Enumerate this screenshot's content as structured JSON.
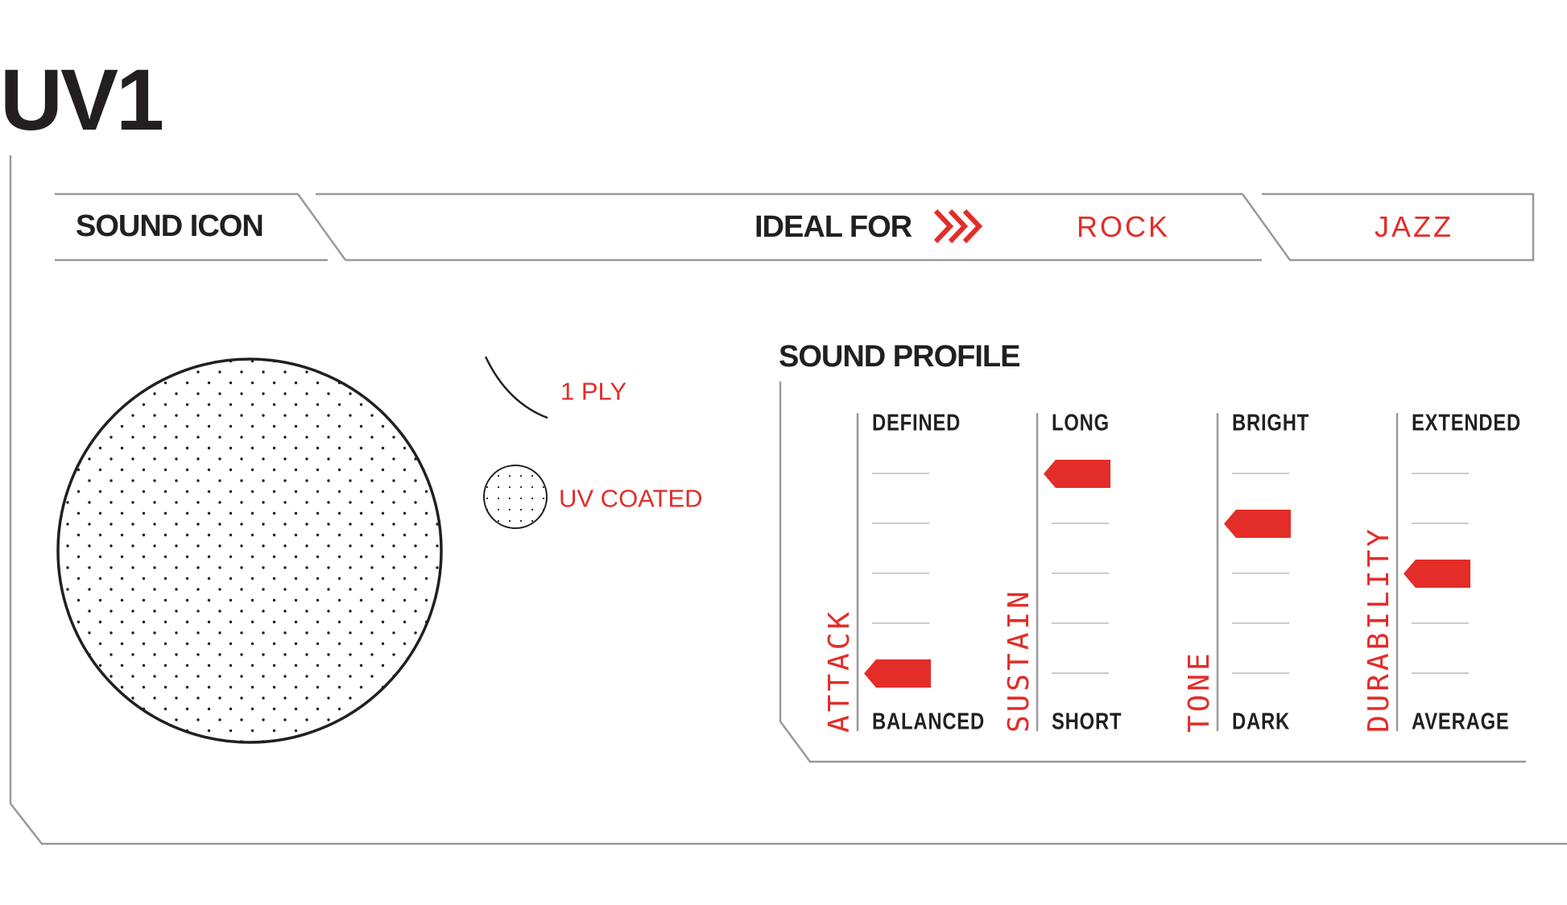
{
  "title": "UV1",
  "header": {
    "sound_icon_label": "SOUND ICON",
    "ideal_for_label": "IDEAL FOR",
    "ideal_for": [
      "ROCK",
      "JAZZ"
    ]
  },
  "sound_icon": {
    "ply_label": "1 PLY",
    "coating_label": "UV COATED"
  },
  "sound_profile": {
    "title": "SOUND PROFILE",
    "scale_max": 5,
    "metrics": [
      {
        "name": "ATTACK",
        "top": "DEFINED",
        "bottom": "BALANCED",
        "value": 1
      },
      {
        "name": "SUSTAIN",
        "top": "LONG",
        "bottom": "SHORT",
        "value": 5
      },
      {
        "name": "TONE",
        "top": "BRIGHT",
        "bottom": "DARK",
        "value": 4
      },
      {
        "name": "DURABILITY",
        "top": "EXTENDED",
        "bottom": "AVERAGE",
        "value": 3
      }
    ]
  },
  "colors": {
    "accent": "#e32d28",
    "text": "#231f20",
    "line": "#999999"
  }
}
